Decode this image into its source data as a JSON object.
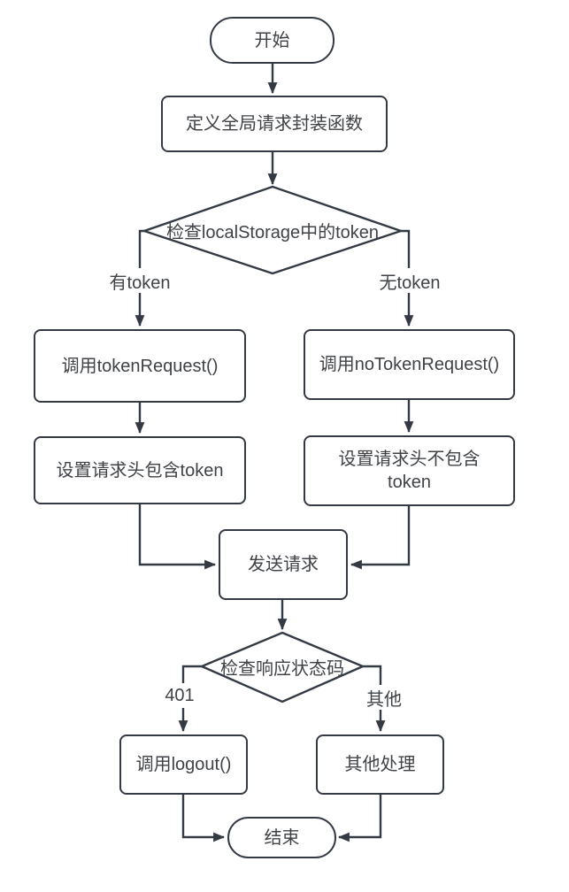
{
  "flowchart": {
    "nodes": {
      "start": "开始",
      "define_fn": "定义全局请求封装函数",
      "check_token": "检查localStorage中的token",
      "token_request": "调用tokenRequest()",
      "no_token_request": "调用noTokenRequest()",
      "header_with_token": "设置请求头包含token",
      "header_without_token": "设置请求头不包含token",
      "send_request": "发送请求",
      "check_status": "检查响应状态码",
      "logout": "调用logout()",
      "other_handling": "其他处理",
      "end": "结束"
    },
    "edge_labels": {
      "has_token": "有token",
      "no_token": "无token",
      "unauthorized": "401",
      "other": "其他"
    },
    "colors": {
      "stroke": "#333a44",
      "text": "#3f4347",
      "background": "#ffffff"
    }
  }
}
